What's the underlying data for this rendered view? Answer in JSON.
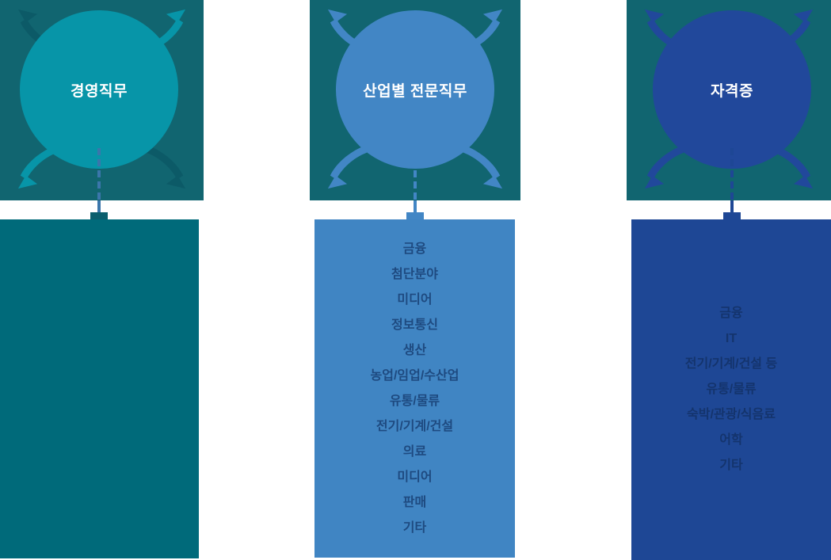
{
  "columns": [
    {
      "id": "management-jobs",
      "title": "경영직무",
      "items": [],
      "colors": {
        "header_bg": "#116570",
        "circle": "#0795A8",
        "arrow_primary": "#0795A8",
        "arrow_secondary": "#0C5A67",
        "box_bg": "#006A7A",
        "connector": "#3B76AB",
        "tab": "#0B5F6E",
        "item_text": "#0A4E5C"
      }
    },
    {
      "id": "industry-professional-jobs",
      "title": "산업별 전문직무",
      "items": [
        "금융",
        "첨단분야",
        "미디어",
        "정보통신",
        "생산",
        "농업/임업/수산업",
        "유통/물류",
        "전기/기계/건설",
        "의료",
        "미디어",
        "판매",
        "기타"
      ],
      "colors": {
        "header_bg": "#116570",
        "circle": "#4286C5",
        "arrow_primary": "#4286C5",
        "arrow_secondary": "#4286C5",
        "box_bg": "#4085C3",
        "connector": "#4286C5",
        "tab": "#4286C5",
        "item_text": "#1E4A80"
      }
    },
    {
      "id": "certificates",
      "title": "자격증",
      "items": [
        "금융",
        "IT",
        "전기/기계/건설 등",
        "유통/물류",
        "숙박/관광/식음료",
        "어학",
        "기타"
      ],
      "colors": {
        "header_bg": "#116570",
        "circle": "#21489B",
        "arrow_primary": "#21489B",
        "arrow_secondary": "#21489B",
        "box_bg": "#1E4795",
        "connector": "#1E4795",
        "tab": "#1E4795",
        "item_text": "#14346D"
      }
    }
  ]
}
